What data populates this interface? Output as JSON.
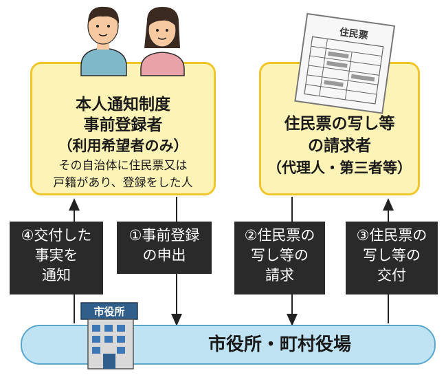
{
  "left_box": {
    "title_lines": [
      "本人通知制度",
      "事前登録者",
      "（利用希望者のみ）"
    ],
    "note_lines": [
      "その自治体に住民票又は",
      "戸籍があり、登録をした人"
    ]
  },
  "right_box": {
    "title_lines": [
      "住民票の写し等",
      "の請求者",
      "（代理人・第三者等）"
    ]
  },
  "document": {
    "title": "住民票"
  },
  "building": {
    "sign": "市役所"
  },
  "steps": [
    {
      "lines": [
        "④交付した",
        "事実を",
        "通知"
      ]
    },
    {
      "lines": [
        "①事前登録",
        "の申出"
      ]
    },
    {
      "lines": [
        "②住民票の",
        "写し等の",
        "請求"
      ]
    },
    {
      "lines": [
        "③住民票の",
        "写し等の",
        "交付"
      ]
    }
  ],
  "bottom_bar": {
    "label": "市役所・町村役場"
  },
  "colors": {
    "box_fill": "#fdf3b6",
    "box_border": "#f0c62b",
    "step_fill": "#2a2a2a",
    "bar_fill": "#bfe3f3",
    "bar_border": "#59a8cc"
  }
}
